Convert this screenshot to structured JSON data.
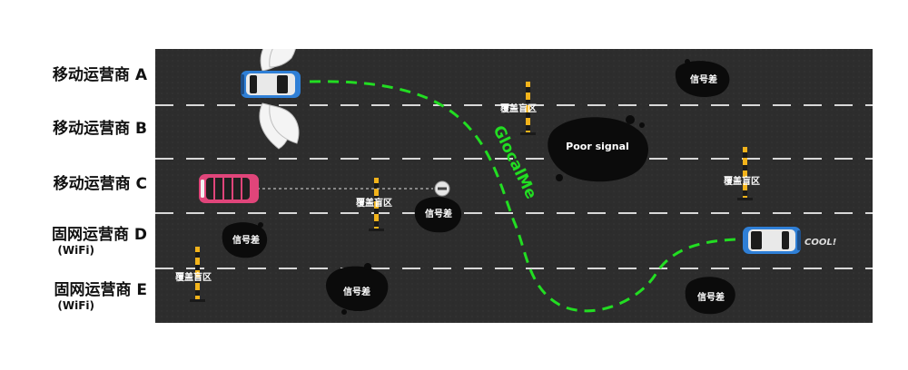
{
  "lanes": [
    {
      "label": "移动运营商 A",
      "sub": ""
    },
    {
      "label": "移动运营商 B",
      "sub": ""
    },
    {
      "label": "移动运营商 C",
      "sub": ""
    },
    {
      "label": "固网运营商 D",
      "sub": "(WiFi)"
    },
    {
      "label": "固网运营商 E",
      "sub": "(WiFi)"
    }
  ],
  "spots": {
    "poor_signal": "Poor signal",
    "weak_signal": "信号差",
    "blind_zone": "覆盖盲区"
  },
  "route_label": "GlocalMe",
  "cool_text": "COOL!",
  "colors": {
    "road": "#2c2c2c",
    "route": "#22dd22",
    "car_blue": "#2f7fd6",
    "car_pink": "#e0457a",
    "barrier_yellow": "#f2b31b"
  }
}
